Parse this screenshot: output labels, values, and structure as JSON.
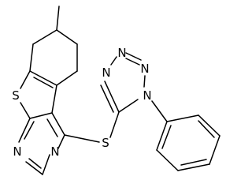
{
  "molecule": {
    "atom_labels": {
      "s_thiophene": "S",
      "s_thioether": "S",
      "n_pyrimidine_1": "N",
      "n_pyrimidine_2": "N",
      "n_tetrazole_1": "N",
      "n_tetrazole_2": "N",
      "n_tetrazole_3": "N",
      "n_tetrazole_4": "N"
    },
    "colors": {
      "bond": "#000000",
      "label": "#000000",
      "background": "#ffffff"
    }
  }
}
